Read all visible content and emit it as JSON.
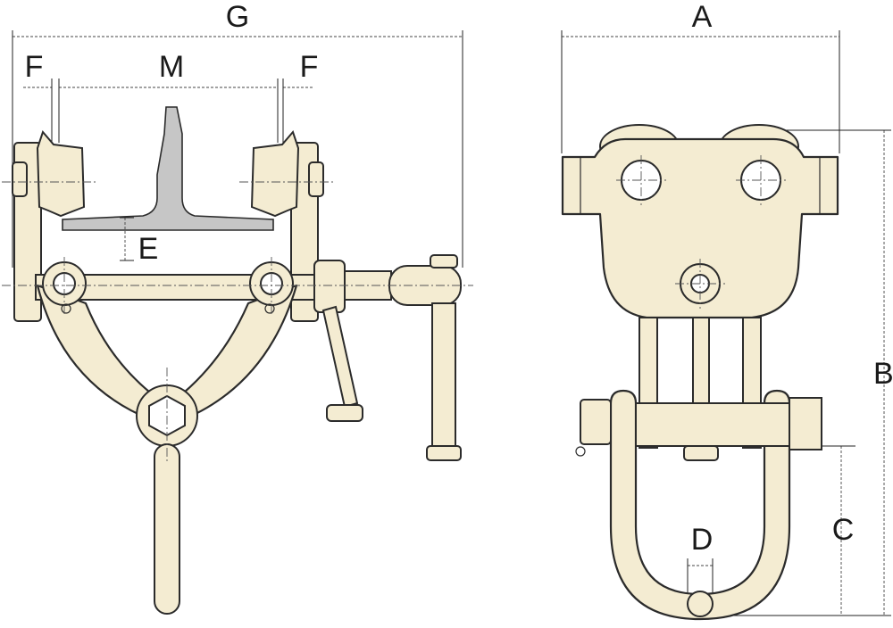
{
  "labels": {
    "G": "G",
    "F_left": "F",
    "M": "M",
    "F_right": "F",
    "E": "E",
    "A": "A",
    "B": "B",
    "C": "C",
    "D": "D"
  },
  "colors": {
    "body": "#f4ecd2",
    "beam": "#c6c6c6",
    "outline": "#2b2b2b"
  }
}
